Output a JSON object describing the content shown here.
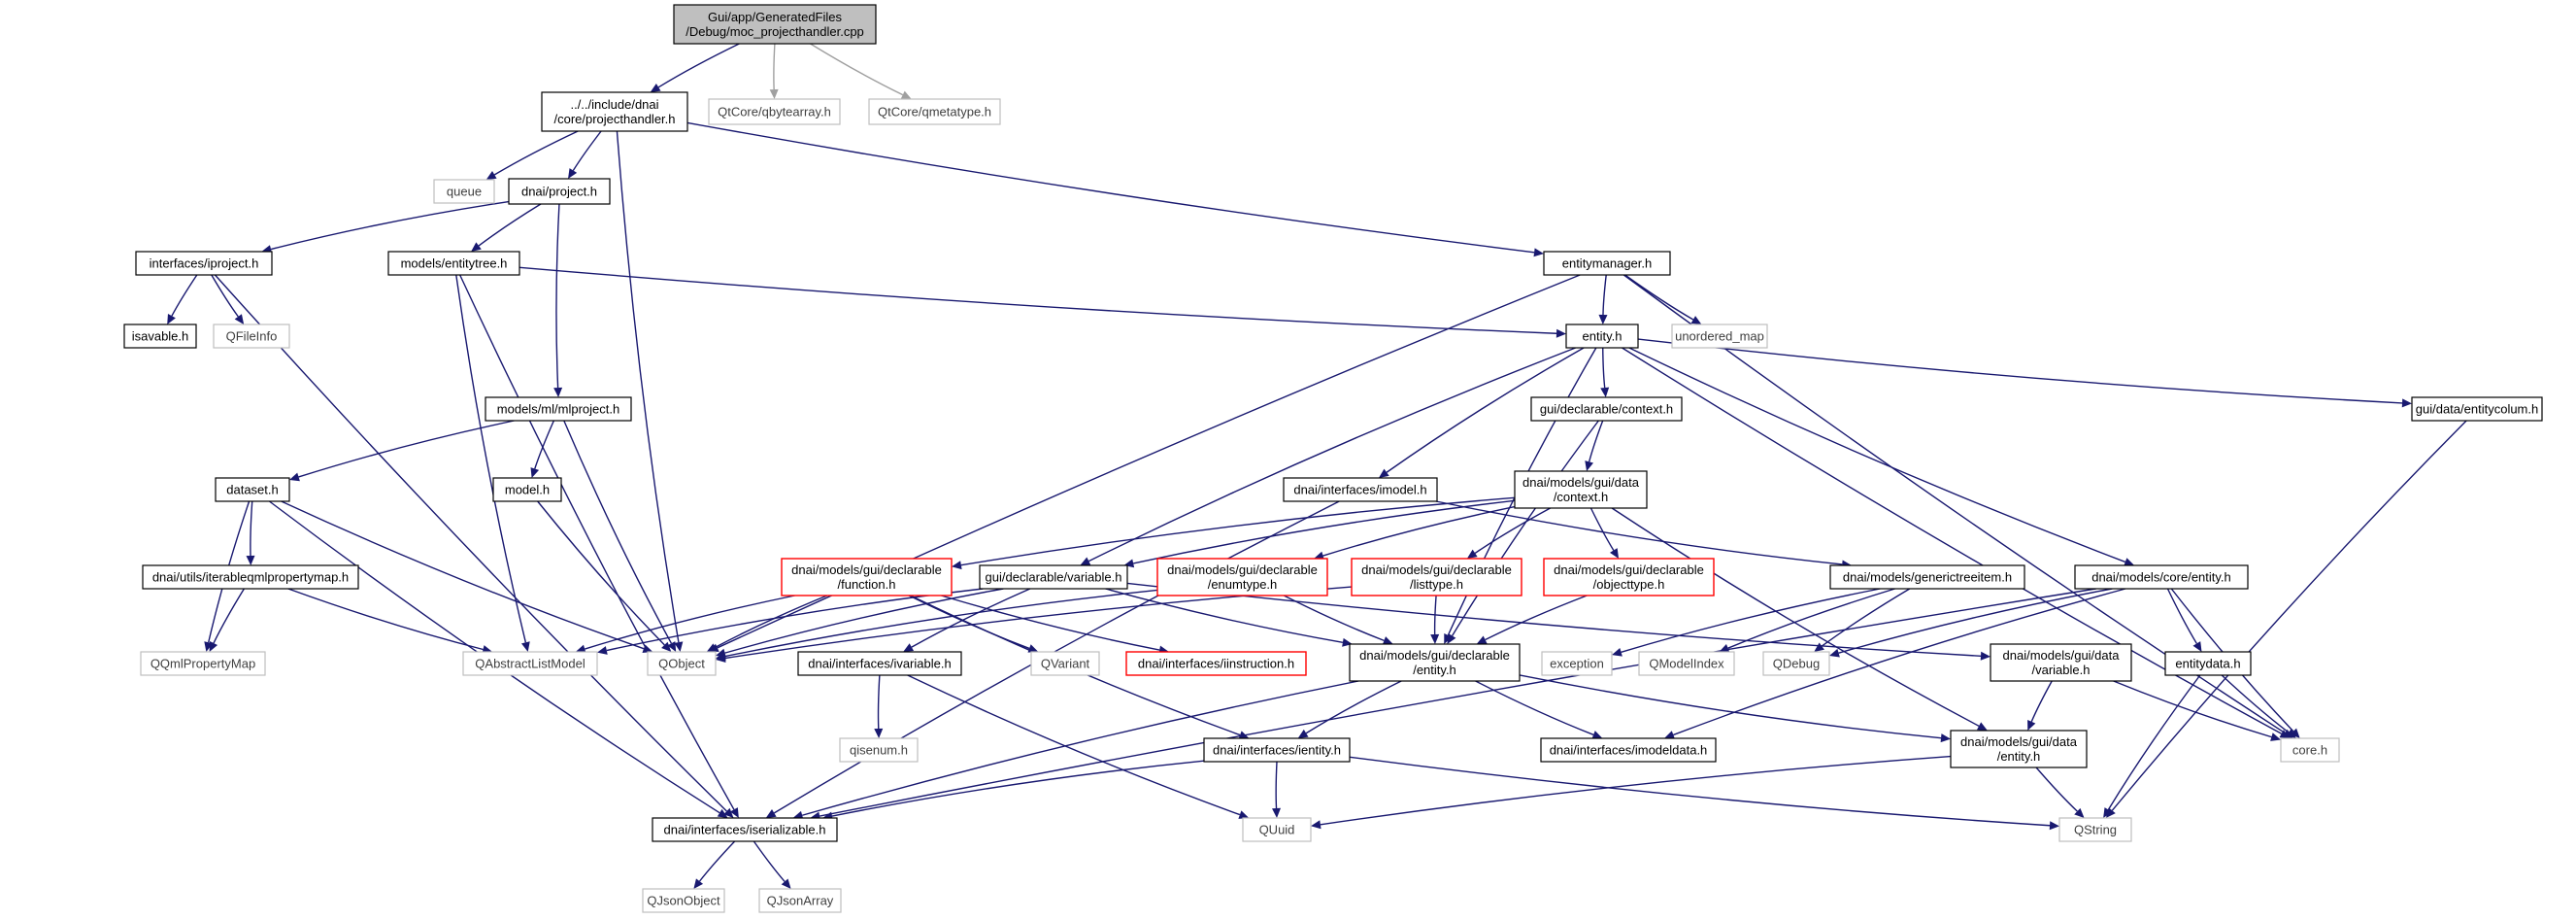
{
  "nodes": [
    {
      "id": "root",
      "lines": [
        "Gui/app/GeneratedFiles",
        "/Debug/moc_projecthandler.cpp"
      ],
      "style": "root"
    },
    {
      "id": "projecthandler",
      "lines": [
        "../../include/dnai",
        "/core/projecthandler.h"
      ],
      "style": "normal"
    },
    {
      "id": "qbytearray",
      "lines": [
        "QtCore/qbytearray.h"
      ],
      "style": "ext"
    },
    {
      "id": "qmetatype",
      "lines": [
        "QtCore/qmetatype.h"
      ],
      "style": "ext"
    },
    {
      "id": "queue",
      "lines": [
        "queue"
      ],
      "style": "ext"
    },
    {
      "id": "project",
      "lines": [
        "dnai/project.h"
      ],
      "style": "normal"
    },
    {
      "id": "iproject",
      "lines": [
        "interfaces/iproject.h"
      ],
      "style": "normal"
    },
    {
      "id": "entitytree",
      "lines": [
        "models/entitytree.h"
      ],
      "style": "normal"
    },
    {
      "id": "entitymanager",
      "lines": [
        "entitymanager.h"
      ],
      "style": "normal"
    },
    {
      "id": "isavable",
      "lines": [
        "isavable.h"
      ],
      "style": "normal"
    },
    {
      "id": "qfileinfo",
      "lines": [
        "QFileInfo"
      ],
      "style": "ext"
    },
    {
      "id": "entity",
      "lines": [
        "entity.h"
      ],
      "style": "normal"
    },
    {
      "id": "unordered_map",
      "lines": [
        "unordered_map"
      ],
      "style": "ext"
    },
    {
      "id": "mlproject",
      "lines": [
        "models/ml/mlproject.h"
      ],
      "style": "normal"
    },
    {
      "id": "context",
      "lines": [
        "gui/declarable/context.h"
      ],
      "style": "normal"
    },
    {
      "id": "entitycolum",
      "lines": [
        "gui/data/entitycolum.h"
      ],
      "style": "normal"
    },
    {
      "id": "dataset",
      "lines": [
        "dataset.h"
      ],
      "style": "normal"
    },
    {
      "id": "model",
      "lines": [
        "model.h"
      ],
      "style": "normal"
    },
    {
      "id": "imodel",
      "lines": [
        "dnai/interfaces/imodel.h"
      ],
      "style": "normal"
    },
    {
      "id": "datacontext",
      "lines": [
        "dnai/models/gui/data",
        "/context.h"
      ],
      "style": "normal"
    },
    {
      "id": "iterableqml",
      "lines": [
        "dnai/utils/iterableqmlpropertymap.h"
      ],
      "style": "normal"
    },
    {
      "id": "function",
      "lines": [
        "dnai/models/gui/declarable",
        "/function.h"
      ],
      "style": "red"
    },
    {
      "id": "variable",
      "lines": [
        "gui/declarable/variable.h"
      ],
      "style": "normal"
    },
    {
      "id": "enumtype",
      "lines": [
        "dnai/models/gui/declarable",
        "/enumtype.h"
      ],
      "style": "red"
    },
    {
      "id": "listtype",
      "lines": [
        "dnai/models/gui/declarable",
        "/listtype.h"
      ],
      "style": "red"
    },
    {
      "id": "objecttype",
      "lines": [
        "dnai/models/gui/declarable",
        "/objecttype.h"
      ],
      "style": "red"
    },
    {
      "id": "generictreeitem",
      "lines": [
        "dnai/models/generictreeitem.h"
      ],
      "style": "normal"
    },
    {
      "id": "coreentity",
      "lines": [
        "dnai/models/core/entity.h"
      ],
      "style": "normal"
    },
    {
      "id": "qqmlpropertymap",
      "lines": [
        "QQmlPropertyMap"
      ],
      "style": "ext"
    },
    {
      "id": "qabstractlistmodel",
      "lines": [
        "QAbstractListModel"
      ],
      "style": "ext"
    },
    {
      "id": "qobject",
      "lines": [
        "QObject"
      ],
      "style": "ext"
    },
    {
      "id": "ivariable",
      "lines": [
        "dnai/interfaces/ivariable.h"
      ],
      "style": "normal"
    },
    {
      "id": "qvariant",
      "lines": [
        "QVariant"
      ],
      "style": "ext"
    },
    {
      "id": "iinstruction",
      "lines": [
        "dnai/interfaces/iinstruction.h"
      ],
      "style": "red"
    },
    {
      "id": "declentity",
      "lines": [
        "dnai/models/gui/declarable",
        "/entity.h"
      ],
      "style": "normal"
    },
    {
      "id": "exception",
      "lines": [
        "exception"
      ],
      "style": "ext"
    },
    {
      "id": "qmodelindex",
      "lines": [
        "QModelIndex"
      ],
      "style": "ext"
    },
    {
      "id": "qdebug",
      "lines": [
        "QDebug"
      ],
      "style": "ext"
    },
    {
      "id": "datavariable",
      "lines": [
        "dnai/models/gui/data",
        "/variable.h"
      ],
      "style": "normal"
    },
    {
      "id": "entitydata",
      "lines": [
        "entitydata.h"
      ],
      "style": "normal"
    },
    {
      "id": "core",
      "lines": [
        "core.h"
      ],
      "style": "ext"
    },
    {
      "id": "qisenum",
      "lines": [
        "qisenum.h"
      ],
      "style": "ext"
    },
    {
      "id": "imodeldata",
      "lines": [
        "dnai/interfaces/imodeldata.h"
      ],
      "style": "normal"
    },
    {
      "id": "ientity",
      "lines": [
        "dnai/interfaces/ientity.h"
      ],
      "style": "normal"
    },
    {
      "id": "dataentity",
      "lines": [
        "dnai/models/gui/data",
        "/entity.h"
      ],
      "style": "normal"
    },
    {
      "id": "iserializable",
      "lines": [
        "dnai/interfaces/iserializable.h"
      ],
      "style": "normal"
    },
    {
      "id": "quuid",
      "lines": [
        "QUuid"
      ],
      "style": "ext"
    },
    {
      "id": "qstring",
      "lines": [
        "QString"
      ],
      "style": "ext"
    },
    {
      "id": "qjsonobject",
      "lines": [
        "QJsonObject"
      ],
      "style": "ext"
    },
    {
      "id": "qjsonarray",
      "lines": [
        "QJsonArray"
      ],
      "style": "ext"
    }
  ],
  "edges": [
    [
      "root",
      "projecthandler"
    ],
    [
      "root",
      "qbytearray"
    ],
    [
      "root",
      "qmetatype"
    ],
    [
      "projecthandler",
      "queue"
    ],
    [
      "projecthandler",
      "project"
    ],
    [
      "projecthandler",
      "entitymanager"
    ],
    [
      "projecthandler",
      "qobject"
    ],
    [
      "project",
      "iproject"
    ],
    [
      "project",
      "entitytree"
    ],
    [
      "project",
      "mlproject"
    ],
    [
      "iproject",
      "isavable"
    ],
    [
      "iproject",
      "qfileinfo"
    ],
    [
      "iproject",
      "iserializable"
    ],
    [
      "entitytree",
      "entity"
    ],
    [
      "entitytree",
      "qabstractlistmodel"
    ],
    [
      "entitytree",
      "iserializable"
    ],
    [
      "entitymanager",
      "entity"
    ],
    [
      "entitymanager",
      "unordered_map"
    ],
    [
      "entitymanager",
      "qobject"
    ],
    [
      "entitymanager",
      "core"
    ],
    [
      "entity",
      "context"
    ],
    [
      "entity",
      "entitycolum"
    ],
    [
      "entity",
      "imodel"
    ],
    [
      "entity",
      "variable"
    ],
    [
      "entity",
      "coreentity"
    ],
    [
      "entity",
      "declentity"
    ],
    [
      "entity",
      "core"
    ],
    [
      "mlproject",
      "dataset"
    ],
    [
      "mlproject",
      "model"
    ],
    [
      "mlproject",
      "qobject"
    ],
    [
      "context",
      "datacontext"
    ],
    [
      "context",
      "declentity"
    ],
    [
      "entitycolum",
      "qstring"
    ],
    [
      "dataset",
      "iterableqml"
    ],
    [
      "dataset",
      "qqmlpropertymap"
    ],
    [
      "dataset",
      "qobject"
    ],
    [
      "dataset",
      "iserializable"
    ],
    [
      "model",
      "qobject"
    ],
    [
      "imodel",
      "iserializable"
    ],
    [
      "imodel",
      "generictreeitem"
    ],
    [
      "datacontext",
      "function"
    ],
    [
      "datacontext",
      "variable"
    ],
    [
      "datacontext",
      "enumtype"
    ],
    [
      "datacontext",
      "listtype"
    ],
    [
      "datacontext",
      "objecttype"
    ],
    [
      "datacontext",
      "dataentity"
    ],
    [
      "iterableqml",
      "qqmlpropertymap"
    ],
    [
      "iterableqml",
      "qabstractlistmodel"
    ],
    [
      "function",
      "qabstractlistmodel"
    ],
    [
      "function",
      "qobject"
    ],
    [
      "function",
      "qvariant"
    ],
    [
      "function",
      "iinstruction"
    ],
    [
      "function",
      "ientity"
    ],
    [
      "variable",
      "qabstractlistmodel"
    ],
    [
      "variable",
      "qobject"
    ],
    [
      "variable",
      "ivariable"
    ],
    [
      "variable",
      "declentity"
    ],
    [
      "variable",
      "datavariable"
    ],
    [
      "enumtype",
      "qobject"
    ],
    [
      "enumtype",
      "declentity"
    ],
    [
      "listtype",
      "qobject"
    ],
    [
      "listtype",
      "declentity"
    ],
    [
      "objecttype",
      "declentity"
    ],
    [
      "generictreeitem",
      "exception"
    ],
    [
      "generictreeitem",
      "qmodelindex"
    ],
    [
      "generictreeitem",
      "qdebug"
    ],
    [
      "coreentity",
      "qdebug"
    ],
    [
      "coreentity",
      "entitydata"
    ],
    [
      "coreentity",
      "core"
    ],
    [
      "coreentity",
      "imodeldata"
    ],
    [
      "coreentity",
      "iserializable"
    ],
    [
      "ivariable",
      "qisenum"
    ],
    [
      "ivariable",
      "quuid"
    ],
    [
      "declentity",
      "ientity"
    ],
    [
      "declentity",
      "imodeldata"
    ],
    [
      "declentity",
      "dataentity"
    ],
    [
      "declentity",
      "iserializable"
    ],
    [
      "datavariable",
      "dataentity"
    ],
    [
      "datavariable",
      "core"
    ],
    [
      "entitydata",
      "core"
    ],
    [
      "entitydata",
      "qstring"
    ],
    [
      "ientity",
      "quuid"
    ],
    [
      "ientity",
      "qstring"
    ],
    [
      "ientity",
      "iserializable"
    ],
    [
      "dataentity",
      "quuid"
    ],
    [
      "dataentity",
      "qstring"
    ],
    [
      "iserializable",
      "qjsonobject"
    ],
    [
      "iserializable",
      "qjsonarray"
    ]
  ]
}
